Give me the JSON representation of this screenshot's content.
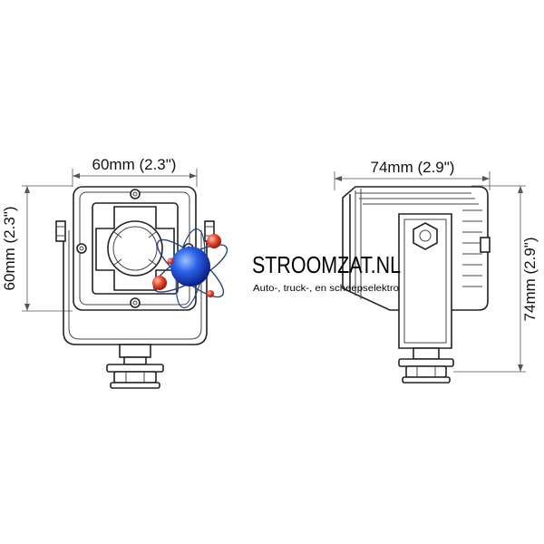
{
  "front_view": {
    "width_label": "60mm (2.3\")",
    "height_label": "60mm (2.3\")"
  },
  "side_view": {
    "depth_label": "74mm (2.9\")",
    "height_label": "74mm (2.9\")"
  },
  "watermark": {
    "brand": "STROOMZAT.NL",
    "tagline": "Auto-, truck-, en scheepselektro",
    "colors": {
      "sphere": "#1e4fd8",
      "atoms": "#e0442a",
      "orbit": "#2a3f7a"
    }
  }
}
